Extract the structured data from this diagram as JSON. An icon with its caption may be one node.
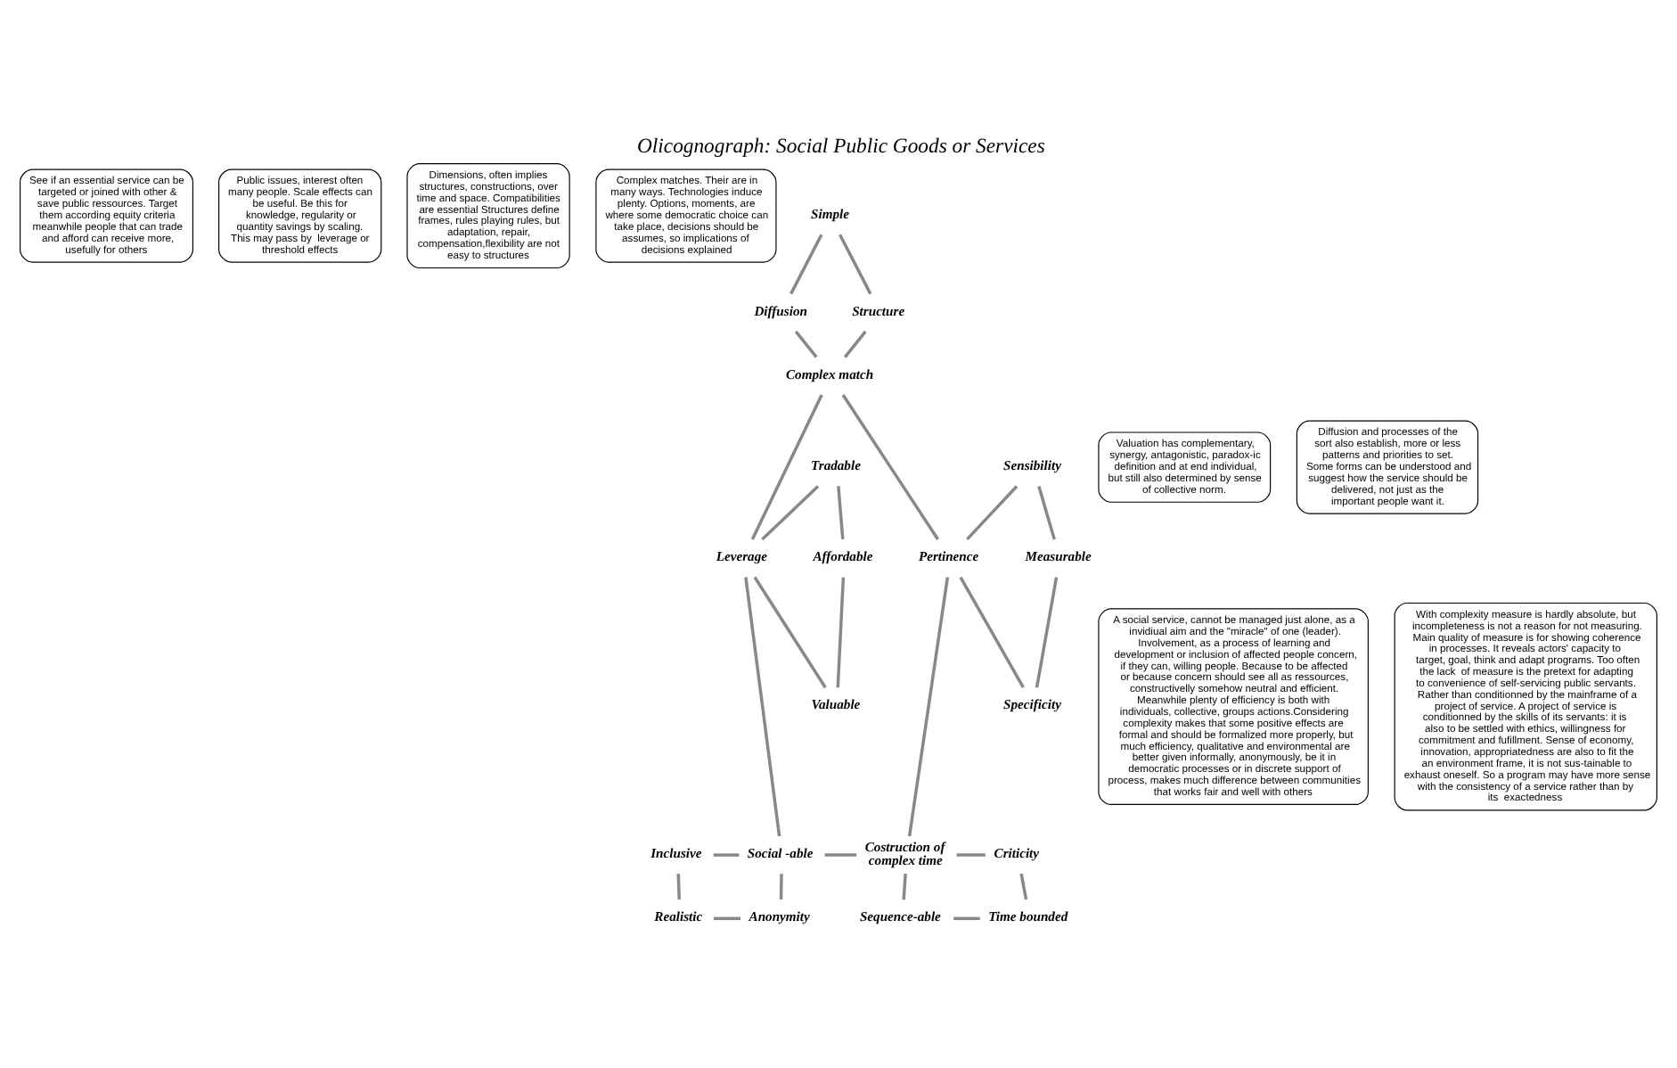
{
  "diagram": {
    "title": "Olicognograph: Social Public Goods or Services",
    "nodes": [
      {
        "text": [
          "See if an essential service can be targeted or joined with other & save public ressources. Target them according equity criteria meanwhile people that can trade and afford can receive more,  usefully for others"
        ]
      },
      {
        "text": [
          "Public issues, interest often many people. Scale effects can be useful. Be this for knowledge, regularity or quantity savings by scaling. This may pass by  leverage or threshold effects"
        ]
      },
      {
        "text": [
          "Dimensions, often implies structures, constructions, over time and space. Compatibilities are essential Structures define frames, rules playing rules, but adaptation, repair, compensation,flexibility are not easy to structures"
        ]
      },
      {
        "text": [
          "Complex matches. Their are in many ways. Technologies induce plenty. Options, moments, are where some democratic choice can take place, decisions should be assumes, so implications of decisions explained"
        ]
      },
      {
        "text": [
          "Simple"
        ]
      },
      {
        "text": [
          "Diffusion"
        ]
      },
      {
        "text": [
          "Structure"
        ]
      },
      {
        "text": [
          "Valuation has complementary, synergy, antagonistic, paradox-ic definition and at end individual, but still also determined by sense of collective norm."
        ]
      },
      {
        "text": [
          "Diffusion and processes of the sort also establish, more or less patterns and priorities to set. Some forms can be understood and suggest how the service should be delivered, not just as the important people want it."
        ]
      },
      {
        "text": [
          "Complex match"
        ]
      },
      {
        "text": [
          "Tradable"
        ]
      },
      {
        "text": [
          "Sensibility"
        ]
      },
      {
        "text": [
          "Affordable"
        ]
      },
      {
        "text": [
          "Leverage"
        ]
      },
      {
        "text": [
          "Pertinence"
        ]
      },
      {
        "text": [
          "Measurable"
        ]
      },
      {
        "text": [
          "A social service, cannot be managed just alone, as a invidiual aim and the \"miracle\" of one (leader). Involvement, as a process of learning and development or inclusion of affected people concern, if they can, willing people. Because to be affected or because concern should see all as ressources, constructivelly somehow neutral and efficient. Meanwhile plenty of efficiency is both with individuals, collective, groups actions.Considering complexity makes that some positive effects are formal and should be formalized more properly, but much efficiency, qualitative and environmental are better given informally, anonymously, be it in democratic processes or in discrete support of process, makes much difference between communities  that works fair and well with others"
        ]
      },
      {
        "text": [
          "With complexity measure is hardly absolute, but incompleteness is not a reason for not measuring. Main quality of measure is for showing coherence in processes. It reveals actors' capacity to target, goal, think and adapt programs. Too often the lack  of measure is the pretext for adapting to convenience of self-servicing public servants. Rather than conditionned by the mainframe of a project of service. A project of service is conditionned by the skills of its servants: it is also to be settled with ethics, willingness for commitment and fufillment. Sense of economy, innovation, appropriatedness are also to fit the an environment frame, it is not sus-tainable to exhaust oneself. So a program may have more sense with the consistency of a service rather than by its  exactedness"
        ]
      },
      {
        "text": [
          "Valuable"
        ]
      },
      {
        "text": [
          "Specificity"
        ]
      },
      {
        "text": [
          "Inclusive"
        ]
      },
      {
        "text": [
          "Social -able"
        ]
      },
      {
        "text": [
          "Costruction of complex time"
        ]
      },
      {
        "text": [
          "Criticity"
        ]
      },
      {
        "text": [
          "Realistic"
        ]
      },
      {
        "text": [
          "Anonymity"
        ]
      },
      {
        "text": [
          "Sequence-able"
        ]
      },
      {
        "text": [
          "Time bounded"
        ]
      }
    ],
    "edges": [
      {
        "from": 4,
        "to": 5,
        "arrow": "none"
      },
      {
        "from": 4,
        "to": 6,
        "arrow": "none"
      },
      {
        "from": 5,
        "to": 9,
        "arrow": "none"
      },
      {
        "from": 6,
        "to": 9,
        "arrow": "none"
      },
      {
        "from": 9,
        "to": 13,
        "arrow": "none"
      },
      {
        "from": 9,
        "to": 14,
        "arrow": "none"
      },
      {
        "from": 10,
        "to": 12,
        "arrow": "none"
      },
      {
        "from": 10,
        "to": 13,
        "arrow": "none"
      },
      {
        "from": 12,
        "to": 18,
        "arrow": "none"
      },
      {
        "from": 13,
        "to": 18,
        "arrow": "none"
      },
      {
        "from": 11,
        "to": 14,
        "arrow": "none"
      },
      {
        "from": 11,
        "to": 15,
        "arrow": "none"
      },
      {
        "from": 14,
        "to": 19,
        "arrow": "none"
      },
      {
        "from": 15,
        "to": 19,
        "arrow": "none"
      },
      {
        "from": 13,
        "to": 21,
        "arrow": "none"
      },
      {
        "from": 14,
        "to": 22,
        "arrow": "none"
      },
      {
        "from": 21,
        "to": 22,
        "arrow": "none"
      },
      {
        "from": 20,
        "to": 21,
        "arrow": "none"
      },
      {
        "from": 20,
        "to": 24,
        "arrow": "none"
      },
      {
        "from": 21,
        "to": 25,
        "arrow": "none"
      },
      {
        "from": 24,
        "to": 25,
        "arrow": "none"
      },
      {
        "from": 22,
        "to": 23,
        "arrow": "none"
      },
      {
        "from": 22,
        "to": 26,
        "arrow": "none"
      },
      {
        "from": 23,
        "to": 27,
        "arrow": "none"
      },
      {
        "from": 26,
        "to": 27,
        "arrow": "none"
      }
    ]
  }
}
